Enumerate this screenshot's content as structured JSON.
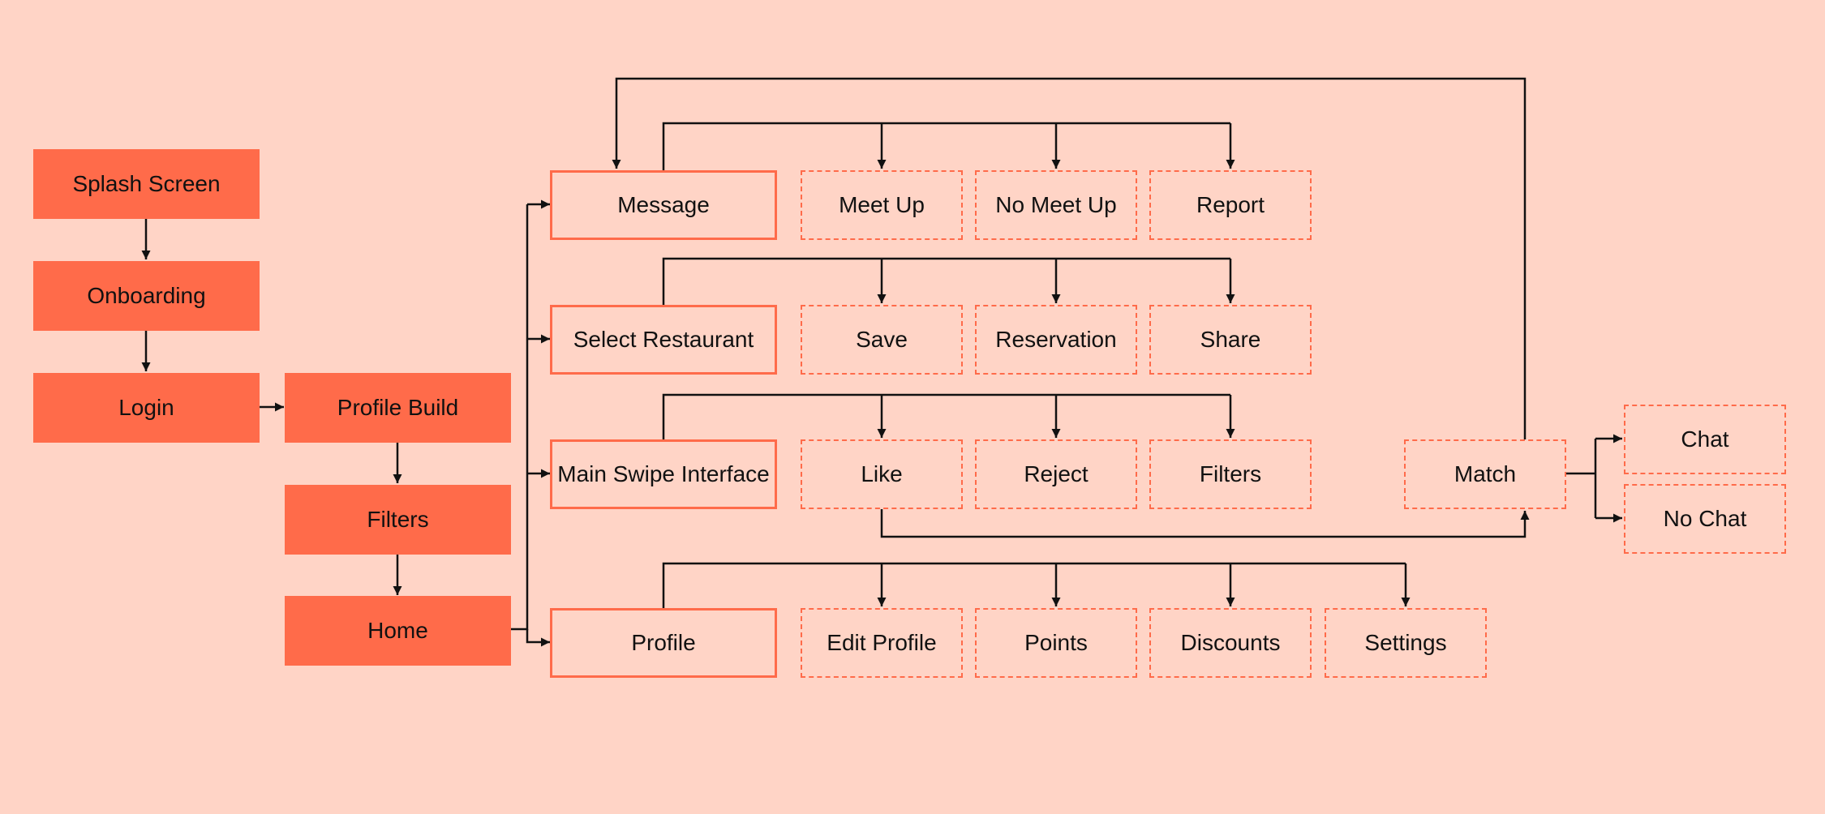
{
  "flowchart": {
    "onboarding_flow": [
      "Splash Screen",
      "Onboarding",
      "Login",
      "Profile Build",
      "Filters",
      "Home"
    ],
    "home_branches": [
      "Message",
      "Select Restaurant",
      "Main Swipe Interface",
      "Profile"
    ],
    "message_options": [
      "Meet Up",
      "No Meet Up",
      "Report"
    ],
    "restaurant_options": [
      "Save",
      "Reservation",
      "Share"
    ],
    "swipe_options": [
      "Like",
      "Reject",
      "Filters"
    ],
    "profile_options": [
      "Edit Profile",
      "Points",
      "Discounts",
      "Settings"
    ],
    "match": "Match",
    "match_options": [
      "Chat",
      "No Chat"
    ]
  },
  "colors": {
    "background": "#ffd4c6",
    "box_fill": "#ff6b4a",
    "box_border": "#ff6b4a",
    "connector": "#111111"
  }
}
